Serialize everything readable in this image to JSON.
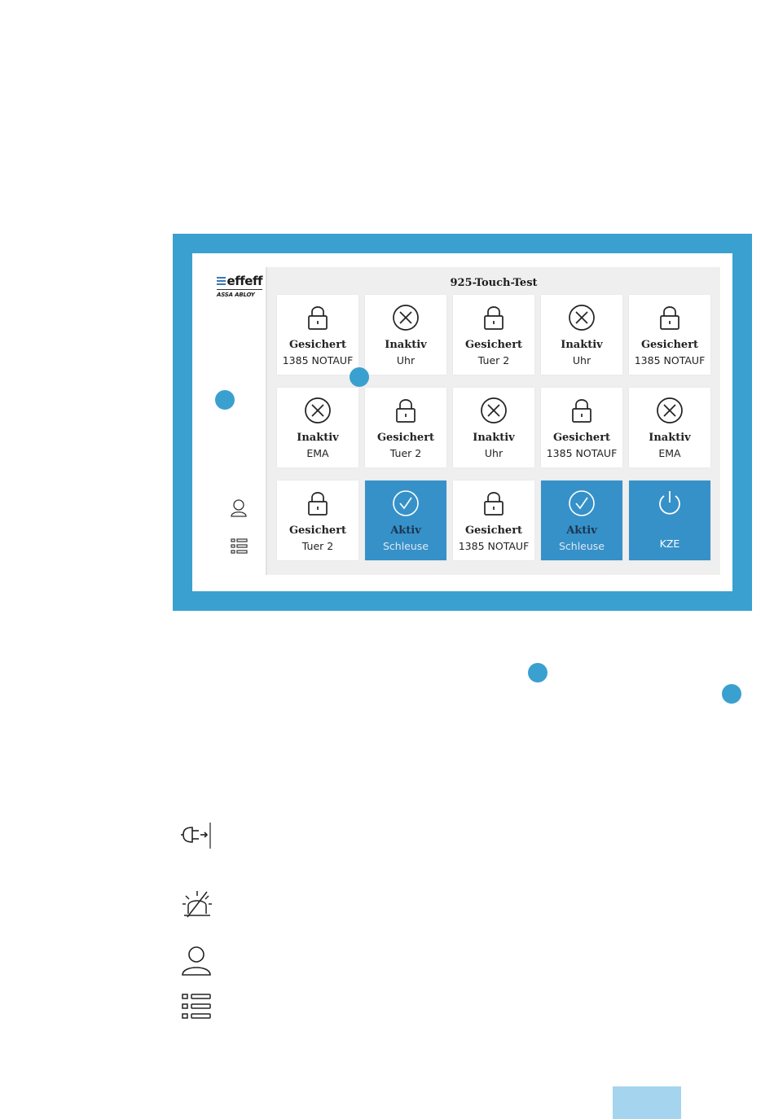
{
  "app": {
    "logo": {
      "brand": "effeff",
      "sub": "ASSA ABLOY"
    },
    "title": "925-Touch-Test"
  },
  "tiles": [
    {
      "state": "Gesichert",
      "name": "1385 NOTAUF",
      "icon": "lock-icon",
      "active": false
    },
    {
      "state": "Inaktiv",
      "name": "Uhr",
      "icon": "x-circle-icon",
      "active": false
    },
    {
      "state": "Gesichert",
      "name": "Tuer 2",
      "icon": "lock-icon",
      "active": false
    },
    {
      "state": "Inaktiv",
      "name": "Uhr",
      "icon": "x-circle-icon",
      "active": false
    },
    {
      "state": "Gesichert",
      "name": "1385 NOTAUF",
      "icon": "lock-icon",
      "active": false
    },
    {
      "state": "Inaktiv",
      "name": "EMA",
      "icon": "x-circle-icon",
      "active": false
    },
    {
      "state": "Gesichert",
      "name": "Tuer 2",
      "icon": "lock-icon",
      "active": false
    },
    {
      "state": "Inaktiv",
      "name": "Uhr",
      "icon": "x-circle-icon",
      "active": false
    },
    {
      "state": "Gesichert",
      "name": "1385 NOTAUF",
      "icon": "lock-icon",
      "active": false
    },
    {
      "state": "Inaktiv",
      "name": "EMA",
      "icon": "x-circle-icon",
      "active": false
    },
    {
      "state": "Gesichert",
      "name": "Tuer 2",
      "icon": "lock-icon",
      "active": false
    },
    {
      "state": "Aktiv",
      "name": "Schleuse",
      "icon": "check-circle-icon",
      "active": true
    },
    {
      "state": "Gesichert",
      "name": "1385 NOTAUF",
      "icon": "lock-icon",
      "active": false
    },
    {
      "state": "Aktiv",
      "name": "Schleuse",
      "icon": "check-circle-icon",
      "active": true
    },
    {
      "state": "",
      "name": "KZE",
      "icon": "power-icon",
      "active": true
    }
  ],
  "sidebar_icons": [
    "user-icon",
    "list-icon"
  ],
  "legend_icons": [
    "plug-icon",
    "alarm-off-icon",
    "user-icon",
    "list-icon"
  ],
  "colors": {
    "frame": "#3aa0cf",
    "active_tile": "#3691c9",
    "marker": "#3aa0cf",
    "page_tab": "#a5d4ee"
  }
}
